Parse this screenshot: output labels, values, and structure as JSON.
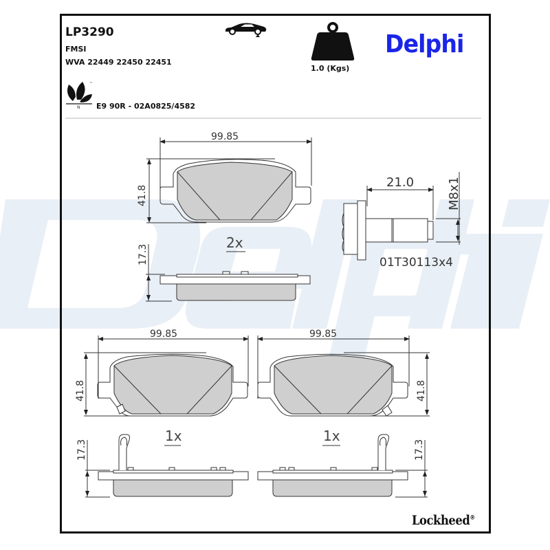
{
  "header": {
    "part_number": "LP3290",
    "fmsi_label": "FMSI",
    "wva_label": "WVA 22449 22450 22451",
    "approval": "E9 90R - 02A0825/4582",
    "weight": "1.0 (Kgs)",
    "brand": "Delphi",
    "icons": {
      "vehicle_axle": "car-rear-axle-icon",
      "weight": "weight-icon",
      "eco_leaf": "leaf-eco-icon"
    },
    "eco_leaf_caption": "N",
    "eco_leaf_tm": "™"
  },
  "watermark": {
    "text": "Delphi",
    "color": "#e9eff6"
  },
  "colors": {
    "brand_blue": "#1a25e8",
    "frame": "#111111",
    "pad_fill": "#cfcfcf"
  },
  "drawing": {
    "inner_pad": {
      "width_dim": "99.85",
      "height_dim": "41.8",
      "thickness_dim": "17.3",
      "quantity": "2x"
    },
    "bolt": {
      "length_dim": "21.0",
      "thread_dim": "M8x1",
      "part_ref": "01T30113x4"
    },
    "outer_pad_left": {
      "width_dim": "99.85",
      "height_dim": "41.8",
      "thickness_dim": "17.3",
      "quantity": "1x"
    },
    "outer_pad_right": {
      "width_dim": "99.85",
      "height_dim": "41.8",
      "thickness_dim": "17.3",
      "quantity": "1x"
    }
  },
  "footer": {
    "brand": "Lockheed",
    "registered": "®"
  }
}
